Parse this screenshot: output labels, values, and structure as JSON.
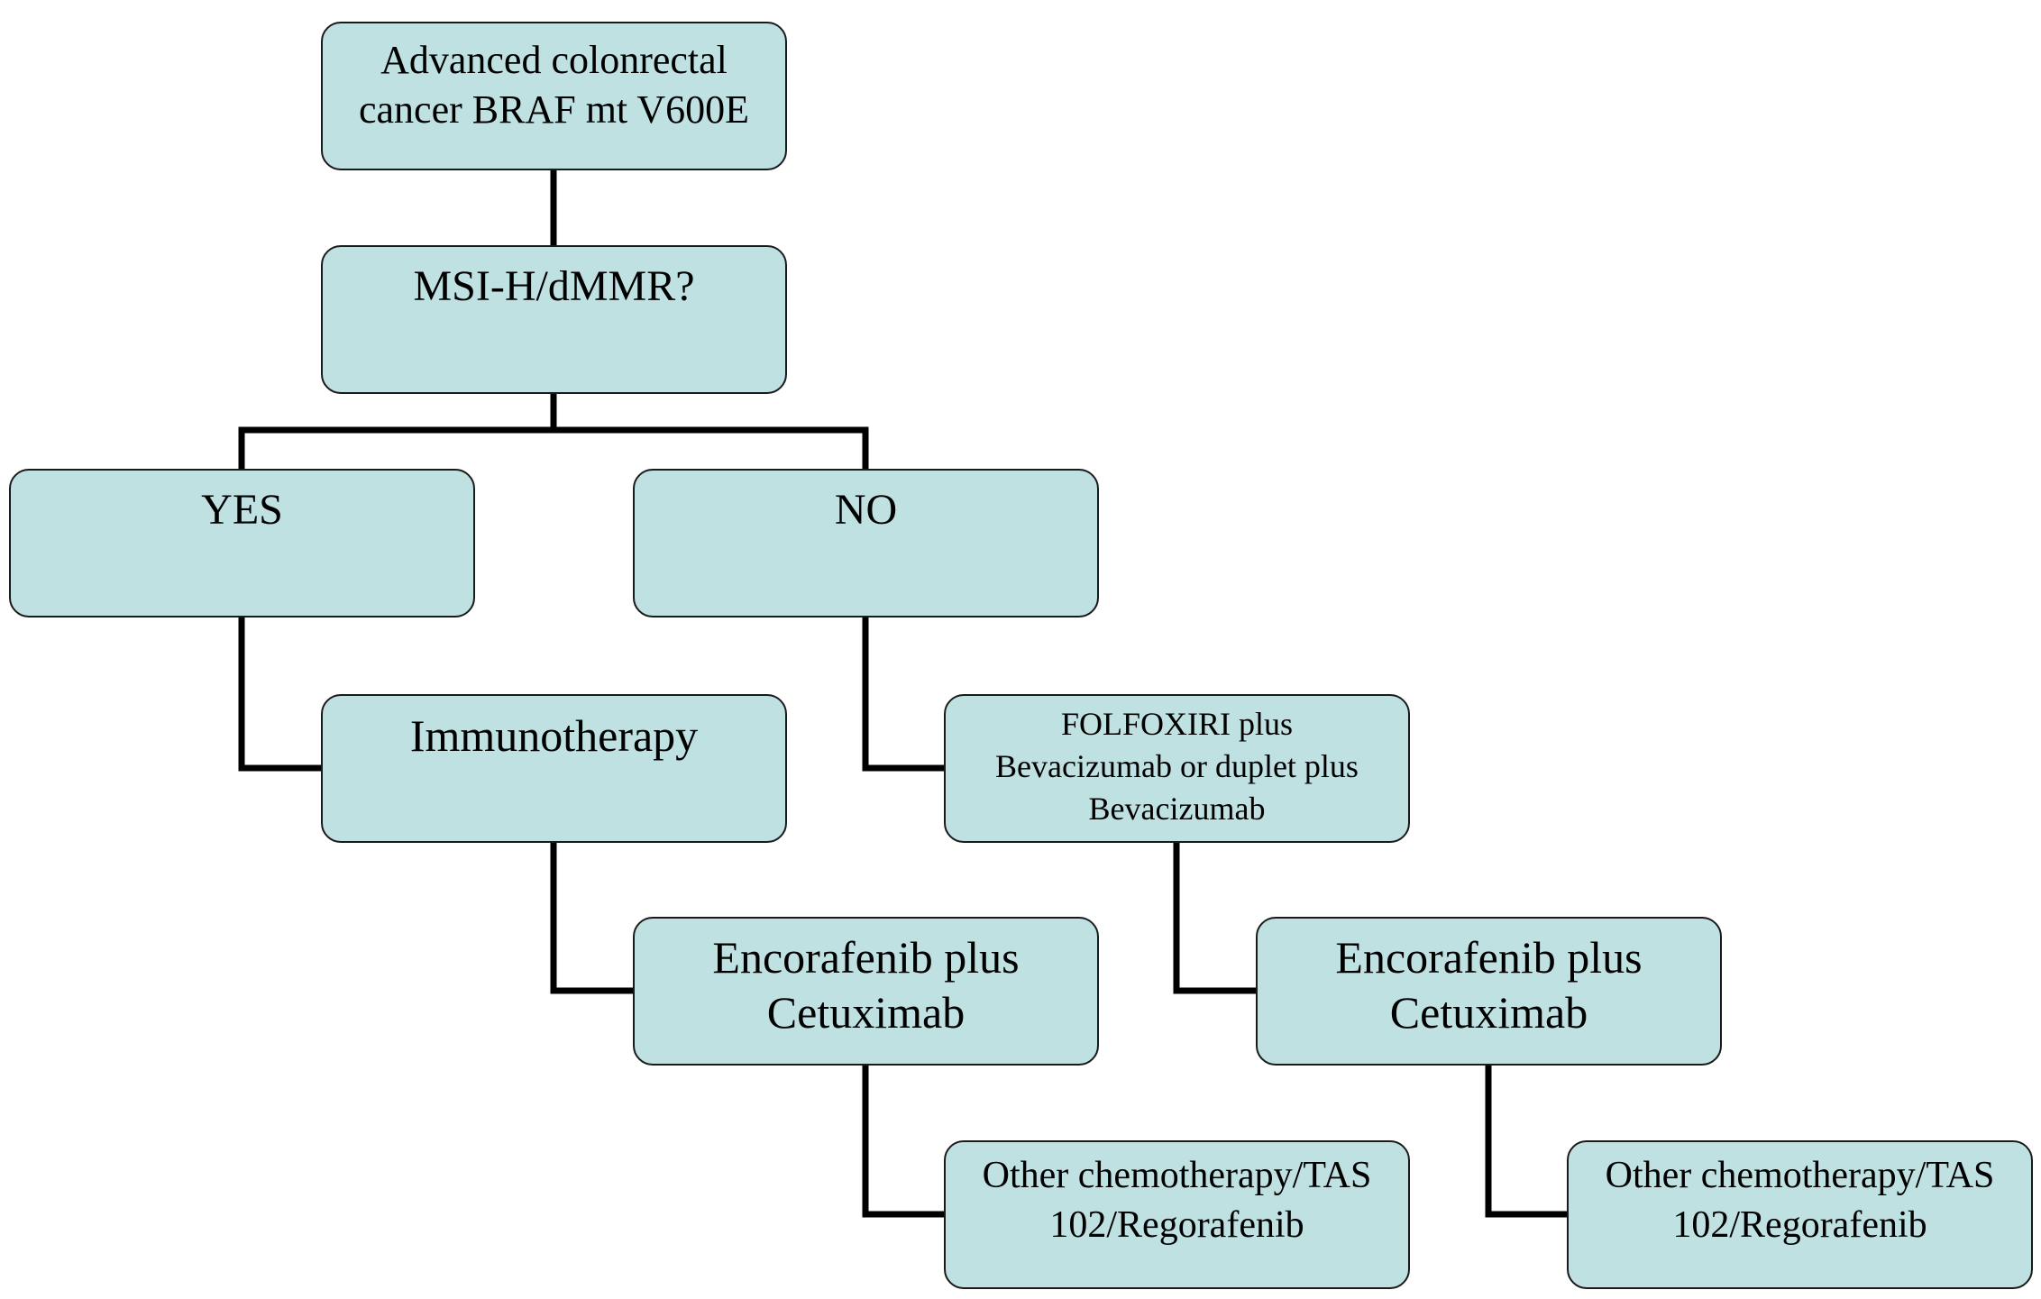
{
  "diagram": {
    "nodes": {
      "root": {
        "lines": [
          "Advanced colonrectal",
          "cancer BRAF mt V600E"
        ]
      },
      "msi": {
        "lines": [
          "MSI-H/dMMR?"
        ]
      },
      "yes": {
        "lines": [
          "YES"
        ]
      },
      "no": {
        "lines": [
          "NO"
        ]
      },
      "immunotherapy": {
        "lines": [
          "Immunotherapy"
        ]
      },
      "folfoxiri": {
        "lines": [
          "FOLFOXIRI plus",
          "Bevacizumab or duplet plus",
          "Bevacizumab"
        ]
      },
      "encorafenib_left": {
        "lines": [
          "Encorafenib plus",
          "Cetuximab"
        ]
      },
      "encorafenib_right": {
        "lines": [
          "Encorafenib plus",
          "Cetuximab"
        ]
      },
      "other_left": {
        "lines": [
          "Other chemotherapy/TAS",
          "102/Regorafenib"
        ]
      },
      "other_right": {
        "lines": [
          "Other chemotherapy/TAS",
          "102/Regorafenib"
        ]
      }
    },
    "edges": [
      {
        "from": "root",
        "to": "msi"
      },
      {
        "from": "msi",
        "to": "yes"
      },
      {
        "from": "msi",
        "to": "no"
      },
      {
        "from": "yes",
        "to": "immunotherapy"
      },
      {
        "from": "no",
        "to": "folfoxiri"
      },
      {
        "from": "immunotherapy",
        "to": "encorafenib_left"
      },
      {
        "from": "folfoxiri",
        "to": "encorafenib_right"
      },
      {
        "from": "encorafenib_left",
        "to": "other_left"
      },
      {
        "from": "encorafenib_right",
        "to": "other_right"
      }
    ],
    "colors": {
      "box_fill": "#bfe1e2",
      "box_border": "#1a1a1a",
      "connector": "#000000",
      "text": "#000000"
    }
  }
}
